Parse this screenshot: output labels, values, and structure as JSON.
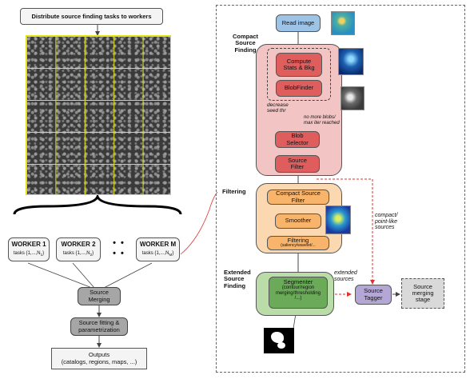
{
  "left": {
    "title": "Distribute source finding tasks to workers",
    "workers": [
      {
        "name": "WORKER 1",
        "tasks_prefix": "tasks {1,...,N",
        "tasks_sub": "1",
        "tasks_suffix": "}"
      },
      {
        "name": "WORKER 2",
        "tasks_prefix": "tasks {1,...,N",
        "tasks_sub": "2",
        "tasks_suffix": "}"
      },
      {
        "name": "WORKER M",
        "tasks_prefix": "tasks {1,...,N",
        "tasks_sub": "M",
        "tasks_suffix": "}"
      }
    ],
    "ellipsis": "•  •\n•  •",
    "merging": "Source\nMerging",
    "fitting": "Source fitting &\nparametrization",
    "outputs": "Outputs\n(catalogs, regions, maps, ...)"
  },
  "right": {
    "read_image": "Read image",
    "compact_title": "Compact\nSource\nFinding",
    "compute_stats": "Compute\nStats & Bkg",
    "blobfinder": "BlobFinder",
    "decrease_seed": "decrease\nseed thr",
    "no_more_blobs": "no more blobs/\nmax iter reached",
    "blob_selector": "Blob\nSelector",
    "source_filter": "Source\nFilter",
    "filtering_title": "Filtering",
    "compact_source_filter": "Compact Source\nFilter",
    "smoother": "Smoother",
    "filtering_box": "Filtering",
    "filtering_box_sub": "(saliency/wavelet/...",
    "compact_point_like": "compact/\npoint-like\nsources",
    "extended_title": "Extended\nSource\nFinding",
    "extended_sources": "extended\nsources",
    "segmenter": "Segmenter",
    "segmenter_sub": "(contour/region\nmerging/thresholding\n/...)",
    "source_tagger": "Source\nTagger",
    "source_merging_stage": "Source\nmerging\nstage"
  },
  "colors": {
    "compact_bg": "#f2c4c4",
    "red_box": "#e05d5d",
    "orange_bg": "#fbd8b0",
    "orange_box": "#f9b46c",
    "green_bg": "#b9dca8",
    "green_box": "#6aaa58",
    "blue_box": "#9dc3e6",
    "purple_box": "#b4a7d6",
    "grey_box": "#a6a6a6",
    "red_line": "#e03030",
    "grid_line": "#e2e21a"
  }
}
